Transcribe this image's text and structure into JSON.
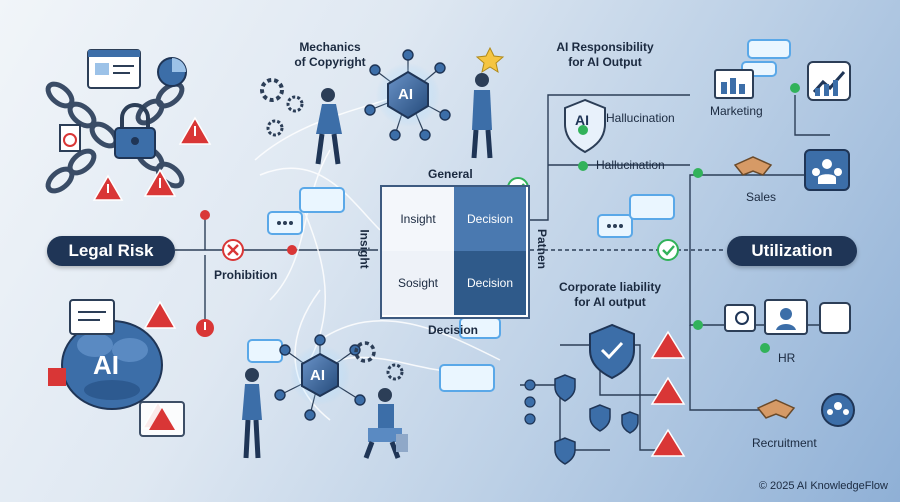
{
  "labels": {
    "legal_risk": "Legal Risk",
    "utilization": "Utilization",
    "mechanics": "Mechanics\nof Copyright",
    "responsibility": "AI Responsibility\nfor AI Output",
    "corporate": "Corporate liability\nfor AI output",
    "prohibition": "Prohibition",
    "hallucination_1": "Hallucination",
    "hallucination_2": "Hallucination",
    "marketing": "Marketing",
    "sales": "Sales",
    "hr": "HR",
    "recruitment": "Recruitment",
    "ai_top": "AI",
    "ai_bottom": "AI",
    "ai_left": "AI",
    "ai_shield": "AI"
  },
  "matrix": {
    "top_label": "General",
    "bottom_label": "Decision",
    "left_label": "Insight",
    "right_label": "Patnen",
    "cells": [
      "Insight",
      "Decision",
      "Sosight",
      "Decision"
    ]
  },
  "footer": {
    "copyright": "© 2025 AI KnowledgeFlow"
  },
  "colors": {
    "navy": "#1f3556",
    "accent": "#2f5a8a",
    "alert_red": "#d93636",
    "ok_green": "#32b25a",
    "glow": "#a8d8ff"
  }
}
